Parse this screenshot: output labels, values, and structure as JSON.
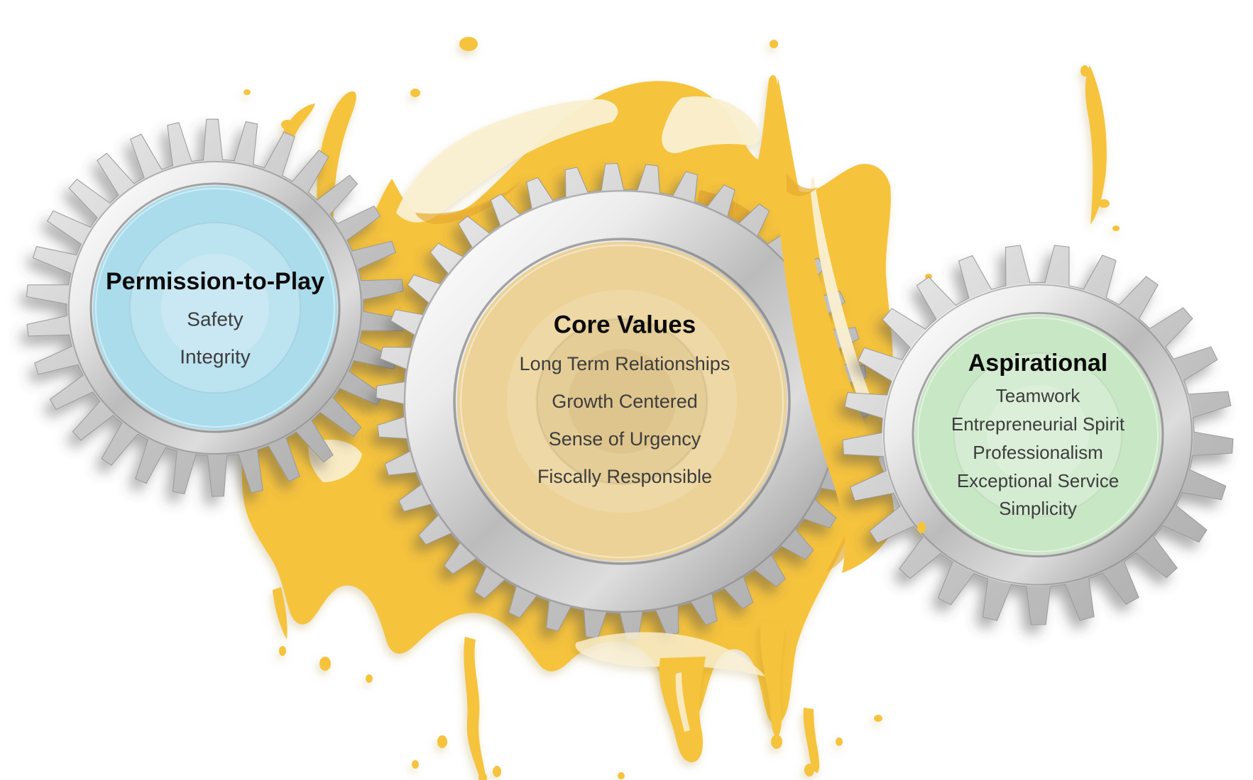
{
  "diagram": {
    "gears": [
      {
        "title": "Permission-to-Play",
        "values": [
          "Safety",
          "Integrity"
        ],
        "fill": "#aadcec"
      },
      {
        "title": "Core Values",
        "values": [
          "Long Term Relationships",
          "Growth Centered",
          "Sense of Urgency",
          "Fiscally Responsible"
        ],
        "fill": "#ecd297"
      },
      {
        "title": "Aspirational",
        "values": [
          "Teamwork",
          "Entrepreneurial Spirit",
          "Professionalism",
          "Exceptional Service",
          "Simplicity"
        ],
        "fill": "#c8e7c5"
      }
    ],
    "colors": {
      "background": "#ffffff",
      "splash": "#f6c33d",
      "splash_highlight": "#faf0d2",
      "splash_shadow": "#e7ab31",
      "metal_light": "#f2f2f2",
      "metal_mid": "#bdbdbd",
      "metal_dark": "#8f8f8f",
      "title_text": "#0b0b0b",
      "value_text": "#3d3d3d"
    }
  }
}
